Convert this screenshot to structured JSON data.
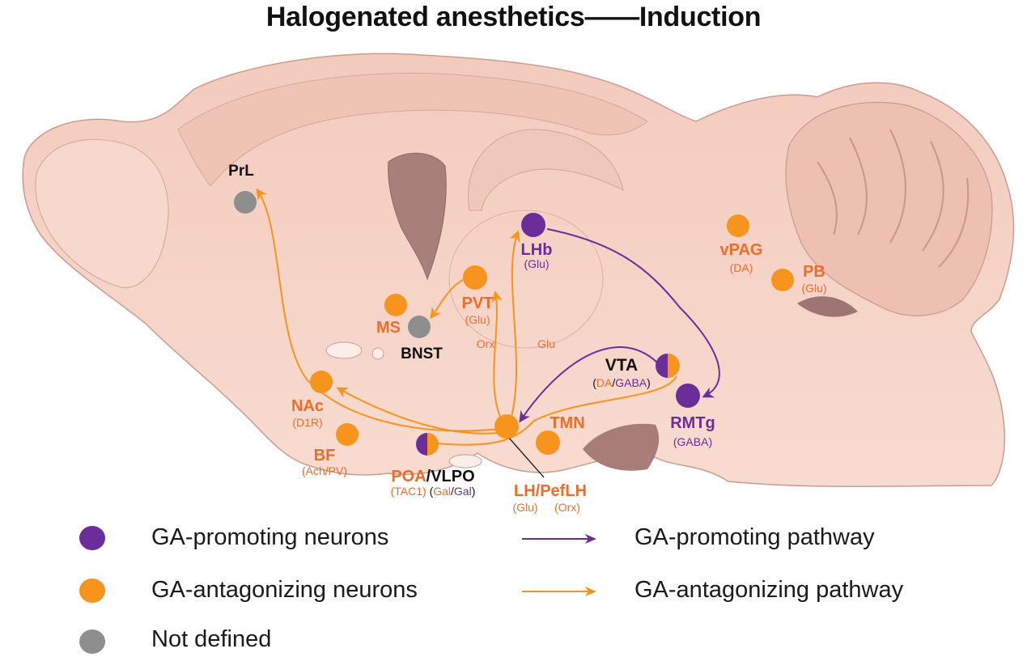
{
  "title": "Halogenated anesthetics——Induction",
  "colors": {
    "promoting": "#6b2d9a",
    "antagonizing": "#f7941d",
    "undefined": "#8e8e8e",
    "label_orange": "#ef6c2a",
    "label_black": "#111111",
    "brain_fill": "#f6d3c6",
    "brain_dark": "#b88c88",
    "brain_edge": "#e8b9aa"
  },
  "nodes": {
    "PrL": {
      "name": "PrL",
      "sub": "",
      "type": "undefined"
    },
    "MS": {
      "name": "MS",
      "sub": "",
      "type": "antagonizing"
    },
    "BNST": {
      "name": "BNST",
      "sub": "",
      "type": "undefined"
    },
    "PVT": {
      "name": "PVT",
      "sub": "(Glu)",
      "type": "antagonizing"
    },
    "LHb": {
      "name": "LHb",
      "sub": "(Glu)",
      "type": "promoting"
    },
    "NAc": {
      "name": "NAc",
      "sub": "(D1R)",
      "type": "antagonizing"
    },
    "BF": {
      "name": "BF",
      "sub": "(Ach/PV)",
      "type": "antagonizing"
    },
    "POA": {
      "name_a": "POA",
      "name_sep": "/",
      "name_b": "VLPO",
      "sub_a": "(TAC1)",
      "sub_b_open": "(",
      "sub_b1": "Gal",
      "sub_b_sep": "/",
      "sub_b2": "Gal",
      "sub_b_close": ")",
      "type": "mixed"
    },
    "LH": {
      "name": "LH/PefLH",
      "sub_a": "(Glu)",
      "sub_b": "(Orx)",
      "type": "antagonizing"
    },
    "TMN": {
      "name": "TMN",
      "sub": "",
      "type": "antagonizing"
    },
    "VTA": {
      "name": "VTA",
      "sub_open": "(",
      "sub_a": "DA",
      "sub_sep": "/",
      "sub_b": "GABA",
      "sub_close": ")",
      "type": "mixed"
    },
    "RMTg": {
      "name": "RMTg",
      "sub": "(GABA)",
      "type": "promoting"
    },
    "vPAG": {
      "name": "vPAG",
      "sub": "(DA)",
      "type": "antagonizing"
    },
    "PB": {
      "name": "PB",
      "sub": "(Glu)",
      "type": "antagonizing"
    }
  },
  "pathway_labels": {
    "orx": "Orx",
    "glu": "Glu"
  },
  "pathways": [
    {
      "from": "LH",
      "to": "PrL",
      "type": "antagonizing"
    },
    {
      "from": "LH",
      "to": "NAc",
      "type": "antagonizing"
    },
    {
      "from": "LH",
      "to": "PVT",
      "type": "antagonizing",
      "label": "Orx"
    },
    {
      "from": "LH",
      "to": "LHb",
      "type": "antagonizing",
      "label": "Glu"
    },
    {
      "from": "PVT",
      "to": "BNST",
      "type": "antagonizing"
    },
    {
      "from": "VTA",
      "to": "LH",
      "type": "promoting"
    },
    {
      "from": "LHb",
      "to": "RMTg",
      "type": "promoting"
    },
    {
      "from": "VTA",
      "to": "POA",
      "type": "antagonizing"
    }
  ],
  "legend": {
    "neurons": [
      {
        "label": "GA-promoting neurons",
        "type": "promoting"
      },
      {
        "label": "GA-antagonizing neurons",
        "type": "antagonizing"
      },
      {
        "label": "Not defined",
        "type": "undefined"
      }
    ],
    "pathways": [
      {
        "label": "GA-promoting pathway",
        "type": "promoting"
      },
      {
        "label": "GA-antagonizing pathway",
        "type": "antagonizing"
      }
    ]
  }
}
